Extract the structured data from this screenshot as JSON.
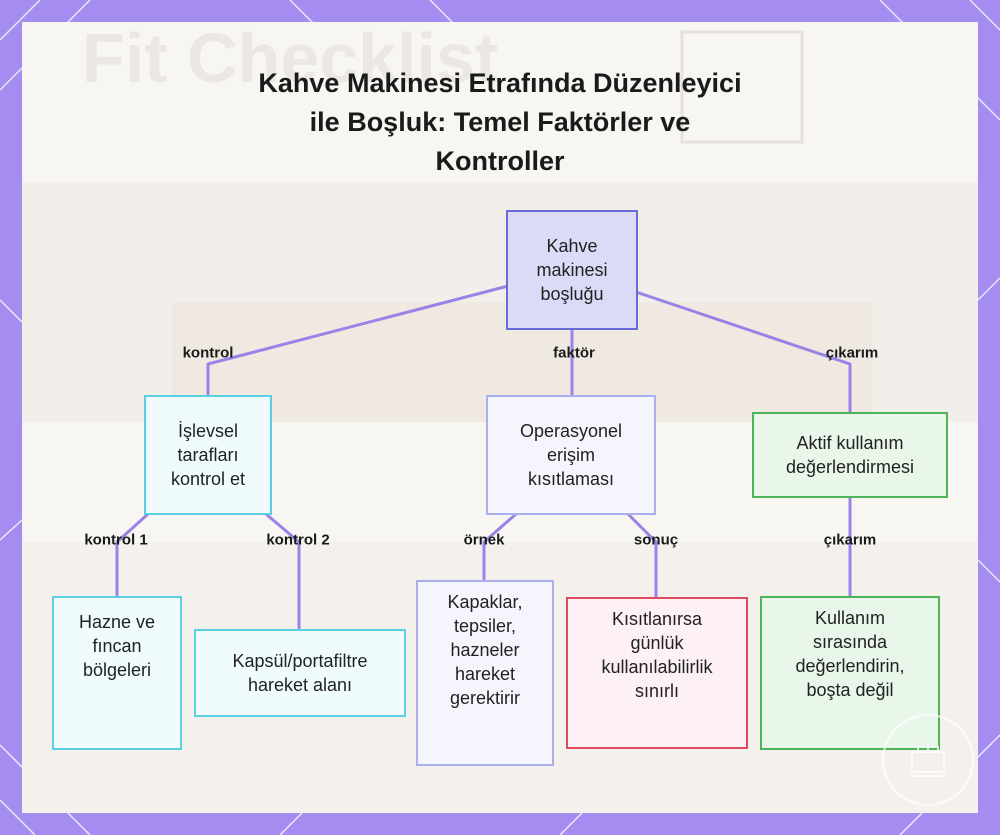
{
  "title": [
    "Kahve Makinesi Etrafında Düzenleyici",
    "ile Boşluk: Temel Faktörler ve",
    "Kontroller"
  ],
  "nodes": {
    "root": [
      "Kahve",
      "makinesi",
      "boşluğu"
    ],
    "control_sides": [
      "İşlevsel",
      "tarafları",
      "kontrol et"
    ],
    "access": [
      "Operasyonel",
      "erişim",
      "kısıtlaması"
    ],
    "active_use": [
      "Aktif kullanım",
      "değerlendirmesi"
    ],
    "reservoir": [
      "Hazne ve",
      "fıncan",
      "bölgeleri"
    ],
    "capsule": [
      "Kapsül/portafiltre",
      "hareket alanı"
    ],
    "lids": [
      "Kapaklar,",
      "tepsiler,",
      "hazneler",
      "hareket",
      "gerektirir"
    ],
    "restricted": [
      "Kısıtlanırsa",
      "günlük",
      "kullanılabilirlik",
      "sınırlı"
    ],
    "assess": [
      "Kullanım",
      "sırasında",
      "değerlendirin,",
      "boşta değil"
    ]
  },
  "edge_labels": {
    "kontrol": "kontrol",
    "faktor": "faktör",
    "cikarim_top": "çıkarım",
    "kontrol1": "kontrol 1",
    "kontrol2": "kontrol 2",
    "ornek": "örnek",
    "sonuc": "sonuç",
    "cikarim_bottom": "çıkarım"
  },
  "colors": {
    "frame": "#a48cf0",
    "connector": "#9b82e6",
    "root_border": "#6a6ad6",
    "cyan_border": "#5ccfe0",
    "green_border": "#4fb35a",
    "red_border": "#de4a5e",
    "lavender_border": "#aab0ec"
  },
  "icons": {
    "background": "blurred-kitchen-photo",
    "badge": "coffee-machine-badge-icon"
  }
}
